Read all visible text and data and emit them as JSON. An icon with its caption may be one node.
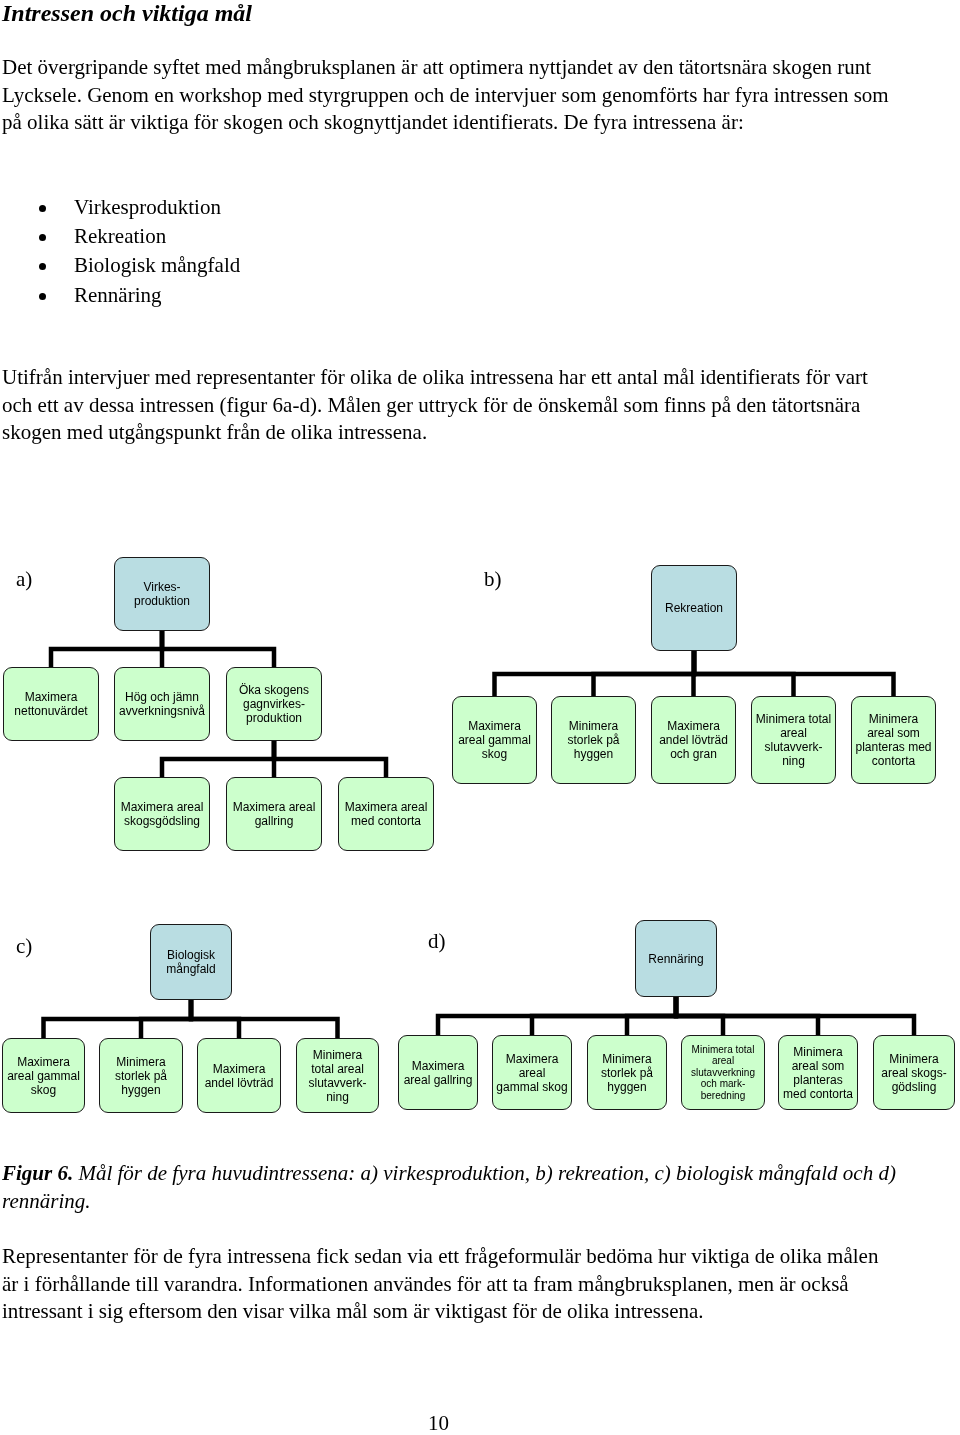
{
  "diagram": {
    "title": "Intressen och viktiga mål",
    "caption": "**Figur 6.** Mål för de fyra huvudintressena: a) virkesproduktion, b) rekreation, c) biologisk mångfald och d) rennäring.",
    "nodes": [
      {
        "text": [
          "Virkes- produktion"
        ]
      },
      {
        "text": [
          "Maximera nettonuvärdet"
        ]
      },
      {
        "text": [
          "Hög och jämn avverkningsnivå"
        ]
      },
      {
        "text": [
          "Öka skogens gagnvirkes- produktion"
        ]
      },
      {
        "text": [
          "Maximera areal skogsgödsling"
        ]
      },
      {
        "text": [
          "Maximera areal gallring"
        ]
      },
      {
        "text": [
          "Maximera areal med contorta"
        ]
      },
      {
        "text": [
          "Rekreation"
        ]
      },
      {
        "text": [
          "Maximera areal gammal skog"
        ]
      },
      {
        "text": [
          "Minimera storlek på hyggen"
        ]
      },
      {
        "text": [
          "Maximera andel lövträd och gran"
        ]
      },
      {
        "text": [
          "Minimera total areal slutavverk- ning"
        ]
      },
      {
        "text": [
          "Minimera areal som planteras med contorta"
        ]
      },
      {
        "text": [
          "Biologisk mångfald"
        ]
      },
      {
        "text": [
          "Maximera areal gammal skog"
        ]
      },
      {
        "text": [
          "Minimera storlek på hyggen"
        ]
      },
      {
        "text": [
          "Maximera andel lövträd"
        ]
      },
      {
        "text": [
          "Minimera total areal slutavverk- ning"
        ]
      },
      {
        "text": [
          "Rennäring"
        ]
      },
      {
        "text": [
          "Maximera areal gallring"
        ]
      },
      {
        "text": [
          "Maximera areal gammal skog"
        ]
      },
      {
        "text": [
          "Minimera storlek på hyggen"
        ]
      },
      {
        "text": [
          "Minimera total areal slutavverkning och mark- beredning"
        ]
      },
      {
        "text": [
          "Minimera areal som planteras med contorta"
        ]
      },
      {
        "text": [
          "Minimera areal skogs- gödsling"
        ]
      }
    ],
    "edges": [
      {
        "from": 0,
        "to": 1,
        "arrow": "none"
      },
      {
        "from": 0,
        "to": 2,
        "arrow": "none"
      },
      {
        "from": 0,
        "to": 3,
        "arrow": "none"
      },
      {
        "from": 3,
        "to": 4,
        "arrow": "none"
      },
      {
        "from": 3,
        "to": 5,
        "arrow": "none"
      },
      {
        "from": 3,
        "to": 6,
        "arrow": "none"
      },
      {
        "from": 7,
        "to": 8,
        "arrow": "none"
      },
      {
        "from": 7,
        "to": 9,
        "arrow": "none"
      },
      {
        "from": 7,
        "to": 10,
        "arrow": "none"
      },
      {
        "from": 7,
        "to": 11,
        "arrow": "none"
      },
      {
        "from": 7,
        "to": 12,
        "arrow": "none"
      },
      {
        "from": 13,
        "to": 14,
        "arrow": "none"
      },
      {
        "from": 13,
        "to": 15,
        "arrow": "none"
      },
      {
        "from": 13,
        "to": 16,
        "arrow": "none"
      },
      {
        "from": 13,
        "to": 17,
        "arrow": "none"
      },
      {
        "from": 18,
        "to": 19,
        "arrow": "none"
      },
      {
        "from": 18,
        "to": 20,
        "arrow": "none"
      },
      {
        "from": 18,
        "to": 21,
        "arrow": "none"
      },
      {
        "from": 18,
        "to": 22,
        "arrow": "none"
      },
      {
        "from": 18,
        "to": 23,
        "arrow": "none"
      },
      {
        "from": 18,
        "to": 24,
        "arrow": "none"
      }
    ],
    "labels": [
      "Det övergripande syftet med mångbruksplanen är att optimera nyttjandet av den tätortsnära skogen runt Lycksele. Genom en workshop med styrgruppen och de intervjuer som genomförts har fyra intressen som på olika sätt är viktiga för skogen och skognyttjandet identifierats. De fyra intressena är:",
      "Virkesproduktion",
      "Rekreation",
      "Biologisk mångfald",
      "Rennäring",
      "Utifrån intervjuer med representanter för olika de olika intressena har ett antal mål identifierats för vart och ett av dessa intressen (figur 6a-d). Målen ger uttryck för de önskemål som finns på den tätortsnära skogen med utgångspunkt från de olika intressena.",
      "a)",
      "b)",
      "c)",
      "d)",
      "Representanter för de fyra intressena fick sedan via ett frågeformulär bedöma hur viktiga de olika målen är i förhållande till varandra. Informationen användes för att ta fram mångbruksplanen, men är också intressant i sig eftersom den visar vilka mål som är viktigast för de olika intressena.",
      "10"
    ]
  }
}
